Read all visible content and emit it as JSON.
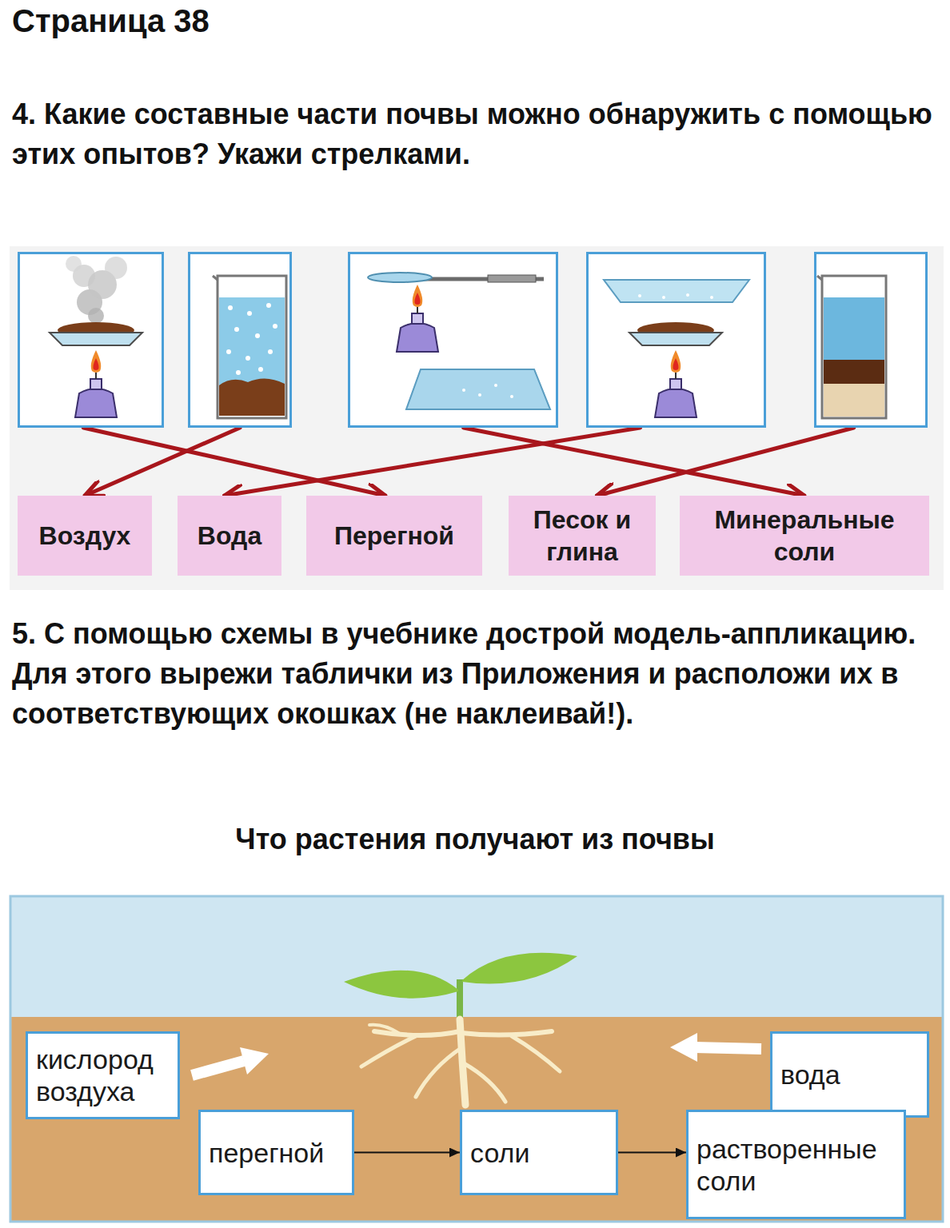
{
  "diagram": {
    "title": "Страница 38",
    "nodes": [
      {
        "text": []
      },
      {
        "text": []
      },
      {
        "text": []
      },
      {
        "text": []
      },
      {
        "text": []
      },
      {
        "text": [
          "Воздух"
        ]
      },
      {
        "text": [
          "Вода"
        ]
      },
      {
        "text": [
          "Перегной"
        ]
      },
      {
        "text": [
          "Песок и глина"
        ]
      },
      {
        "text": [
          "Минеральные соли"
        ]
      },
      {
        "text": [
          "кислород воздуха"
        ]
      },
      {
        "text": [
          "вода"
        ]
      },
      {
        "text": [
          "перегной"
        ]
      },
      {
        "text": [
          "соли"
        ]
      },
      {
        "text": [
          "растворенные соли"
        ]
      }
    ],
    "edges": [
      {
        "from": 0,
        "to": 7,
        "arrow": "to"
      },
      {
        "from": 1,
        "to": 5,
        "arrow": "to"
      },
      {
        "from": 2,
        "to": 9,
        "arrow": "to"
      },
      {
        "from": 3,
        "to": 6,
        "arrow": "to"
      },
      {
        "from": 4,
        "to": 8,
        "arrow": "to"
      },
      {
        "from": 12,
        "to": 13,
        "arrow": "to"
      },
      {
        "from": 13,
        "to": 14,
        "arrow": "to"
      }
    ],
    "labels": [
      "4. Какие составные части почвы можно обнаружить с помощью этих опытов? Укажи стрелками.",
      "5. С помощью схемы в учебнике дострой модель-аппликацию. Для этого вырежи таблички из Приложения и расположи их в соответствующих окошках (не наклеивай!).",
      "Что растения получают из почвы"
    ]
  }
}
